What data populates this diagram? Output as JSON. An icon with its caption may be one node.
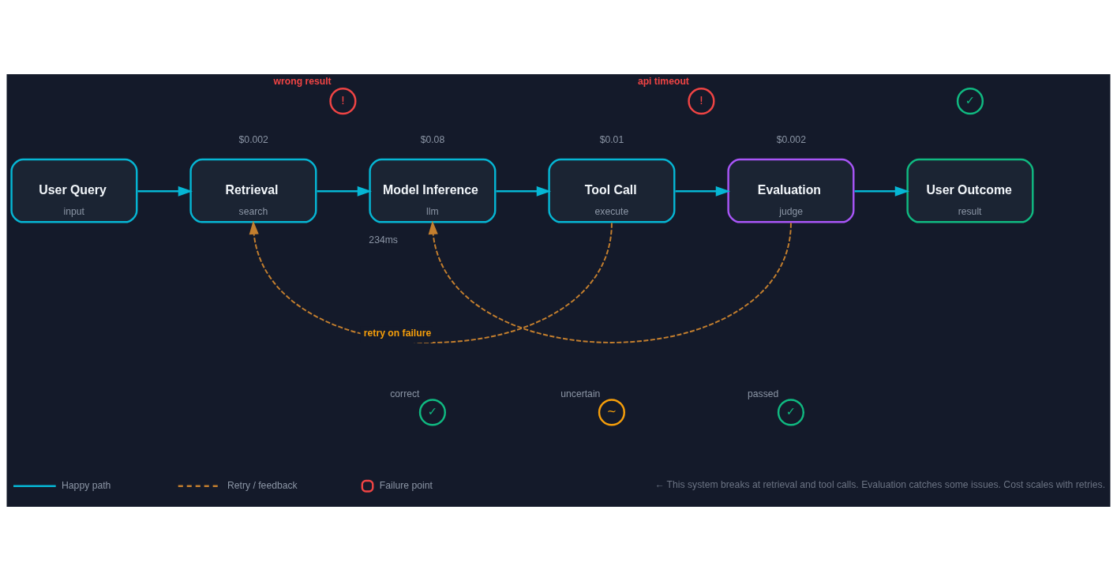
{
  "diagram": {
    "nodes": [
      {
        "text": [
          "User Query",
          "input"
        ]
      },
      {
        "text": [
          "Retrieval",
          "search"
        ],
        "beside": [
          "$0.002"
        ]
      },
      {
        "text": [
          "Model Inference",
          "llm"
        ],
        "beside": [
          "$0.08",
          "234ms"
        ]
      },
      {
        "text": [
          "Tool Call",
          "execute"
        ],
        "beside": [
          "$0.01"
        ]
      },
      {
        "text": [
          "Evaluation",
          "judge"
        ],
        "beside": [
          "$0.002"
        ]
      },
      {
        "text": [
          "User Outcome",
          "result"
        ]
      },
      {
        "text": [
          "!"
        ],
        "beside": [
          "wrong result"
        ]
      },
      {
        "text": [
          "!"
        ],
        "beside": [
          "api timeout"
        ]
      },
      {
        "text": [
          "✓"
        ]
      },
      {
        "text": [
          "✓"
        ],
        "beside": [
          "correct"
        ]
      },
      {
        "text": [
          "~"
        ],
        "beside": [
          "uncertain"
        ]
      },
      {
        "text": [
          "✓"
        ],
        "beside": [
          "passed"
        ]
      }
    ],
    "edges": [
      {
        "from": 0,
        "to": 1,
        "arrow": "to"
      },
      {
        "from": 1,
        "to": 2,
        "arrow": "to"
      },
      {
        "from": 2,
        "to": 3,
        "arrow": "to"
      },
      {
        "from": 3,
        "to": 4,
        "arrow": "to"
      },
      {
        "from": 4,
        "to": 5,
        "arrow": "to"
      },
      {
        "from": 4,
        "to": 2,
        "arrow": "to",
        "style": "dashed",
        "color": "#c47f2e"
      },
      {
        "from": 3,
        "to": 1,
        "arrow": "to",
        "style": "dashed",
        "color": "#c47f2e",
        "label": "retry on failure"
      }
    ],
    "labels": [
      "← This system breaks at retrieval and tool calls. Evaluation catches some issues. Cost scales with retries."
    ],
    "legend": [
      {
        "text": "Happy path"
      },
      {
        "text": "Retry / feedback"
      },
      {
        "text": "Failure point"
      }
    ]
  }
}
